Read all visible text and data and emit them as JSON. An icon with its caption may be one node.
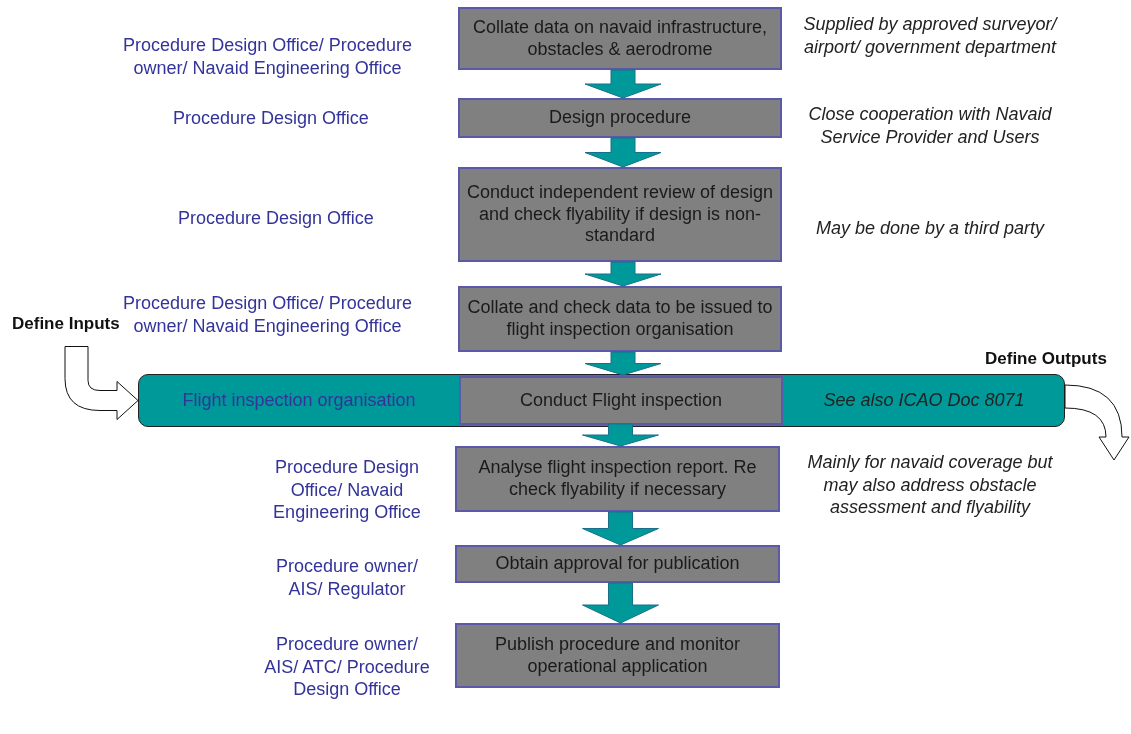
{
  "diagram": {
    "nodes": [
      {
        "text": [
          "Collate data on navaid infrastructure, obstacles & aerodrome"
        ],
        "beside": [
          "Procedure Design Office/ Procedure owner/ Navaid Engineering Office",
          "Supplied by approved surveyor/ airport/ government department"
        ]
      },
      {
        "text": [
          "Design procedure"
        ],
        "beside": [
          "Close cooperation with Navaid Service Provider and Users"
        ]
      },
      {
        "text": [
          "Conduct independent review of design and check flyability if design is non-standard"
        ],
        "beside": [
          "May be done by a third party"
        ]
      },
      {
        "text": [
          "Collate and check data to be issued to flight inspection organisation"
        ],
        "beside": [
          "Procedure Design Office/ Procedure owner/ Navaid Engineering Office"
        ]
      },
      {
        "text": [
          "Flight inspection organisation",
          "See also ICAO Doc 8071"
        ]
      },
      {
        "text": [
          "Conduct Flight inspection"
        ],
        "in": 4
      },
      {
        "text": [
          "Analyse flight inspection report. Re check flyability if necessary"
        ],
        "beside": [
          "Procedure Design Office/ Navaid Engineering Office",
          "Mainly for navaid coverage but may also address obstacle assessment and flyability"
        ]
      },
      {
        "text": [
          "Obtain approval for publication"
        ],
        "beside": [
          "Procedure owner/ AIS/ Regulator"
        ]
      },
      {
        "text": [
          "Publish procedure and monitor operational application"
        ],
        "beside": [
          "Procedure owner/ AIS/ ATC/ Procedure Design Office"
        ]
      }
    ],
    "edges": [
      {
        "from": 0,
        "to": 1,
        "arrow": "to"
      },
      {
        "from": 1,
        "to": 2,
        "arrow": "to"
      },
      {
        "from": 2,
        "to": 3,
        "arrow": "to"
      },
      {
        "from": 3,
        "to": 5,
        "arrow": "to"
      },
      {
        "from": 5,
        "to": 6,
        "arrow": "to"
      },
      {
        "from": 6,
        "to": 7,
        "arrow": "to"
      },
      {
        "from": 7,
        "to": 8,
        "arrow": "to"
      },
      {
        "from": null,
        "to": 4,
        "arrow": "to"
      },
      {
        "from": 4,
        "to": null,
        "arrow": "to"
      }
    ],
    "labels": [
      "Procedure Design Office",
      "Procedure Design Office",
      "Define Inputs",
      "Define Outputs"
    ]
  }
}
